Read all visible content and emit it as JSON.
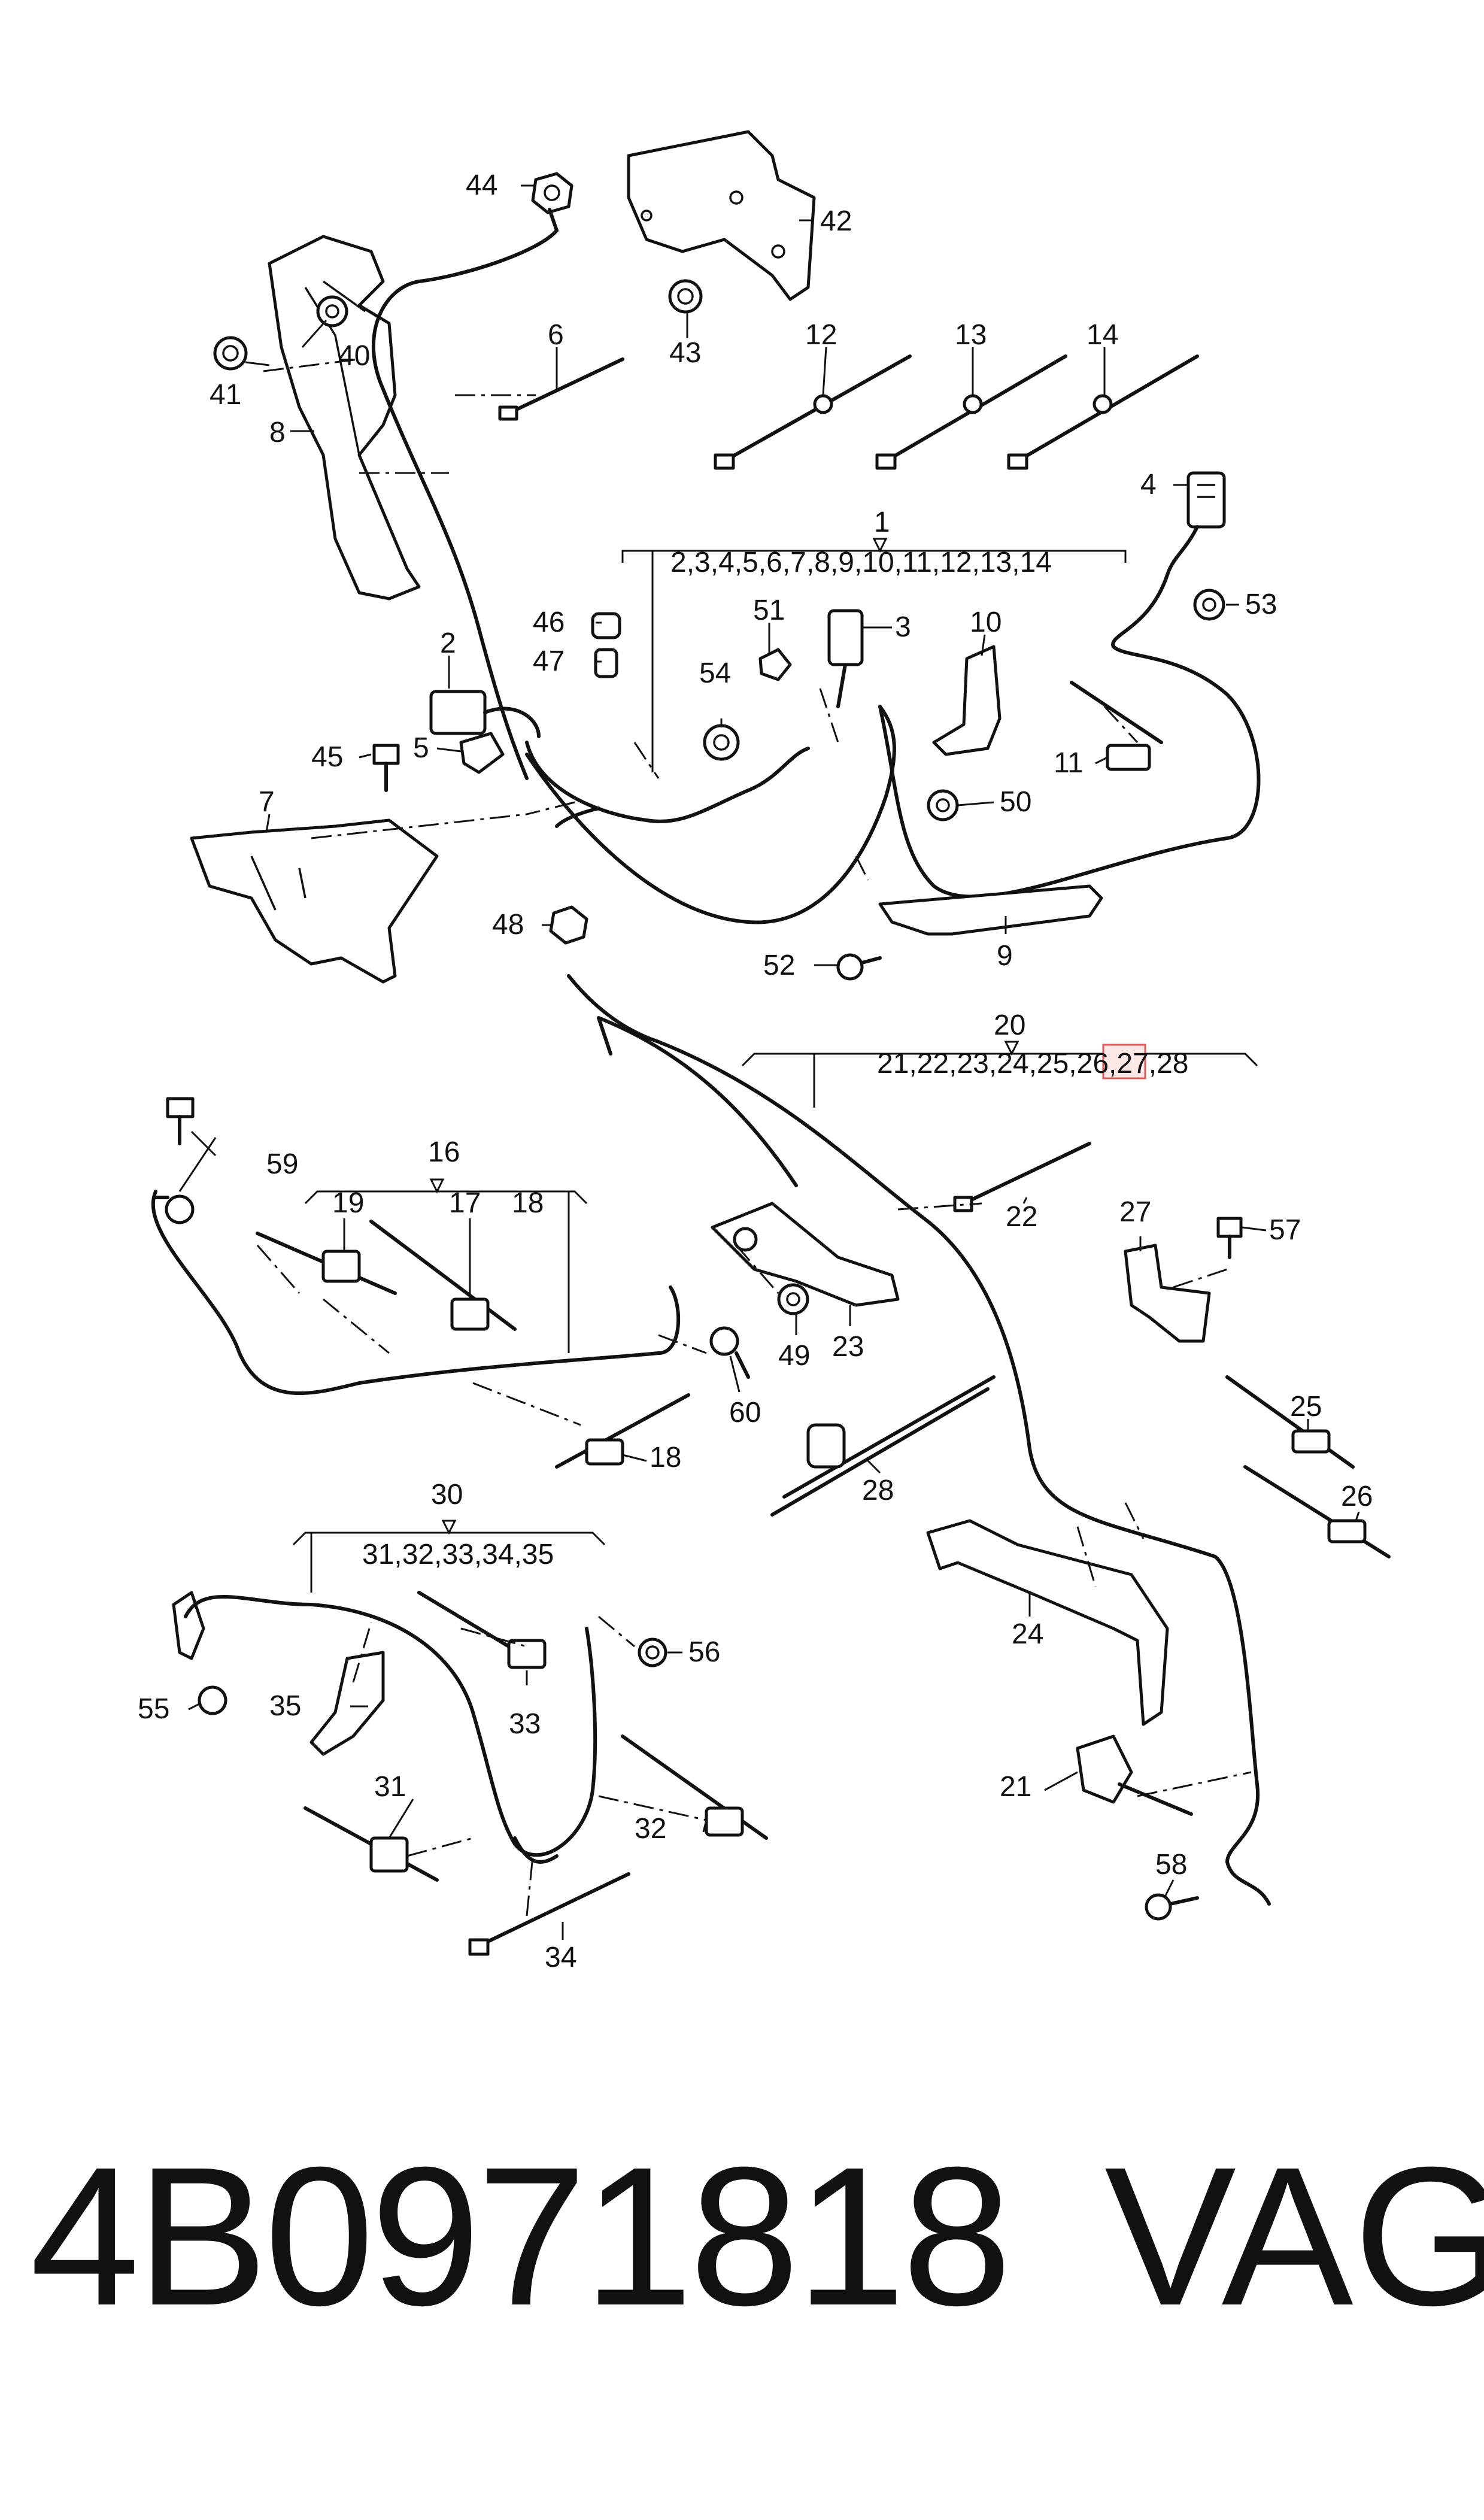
{
  "footer": {
    "part_number": "4B0971818",
    "brand": "VAG"
  },
  "groups": {
    "g1": {
      "number": "1",
      "items": "2,3,4,5,6,7,8,9,10,11,12,13,14"
    },
    "g16": {
      "number": "16"
    },
    "g20": {
      "number": "20",
      "items_before": "21,22,23,24,25,",
      "highlighted": "26",
      "items_after": ",27,28"
    },
    "g30": {
      "number": "30",
      "items": "31,32,33,34,35"
    }
  },
  "callouts": {
    "c2": "2",
    "c3": "3",
    "c4": "4",
    "c5": "5",
    "c6": "6",
    "c7": "7",
    "c8": "8",
    "c9": "9",
    "c10": "10",
    "c11": "11",
    "c12": "12",
    "c13": "13",
    "c14": "14",
    "c17": "17",
    "c18a": "18",
    "c18b": "18",
    "c19": "19",
    "c21": "21",
    "c22": "22",
    "c23": "23",
    "c24": "24",
    "c25": "25",
    "c26": "26",
    "c27": "27",
    "c28": "28",
    "c31": "31",
    "c32": "32",
    "c33": "33",
    "c34": "34",
    "c35": "35",
    "c40": "40",
    "c41": "41",
    "c42": "42",
    "c43": "43",
    "c44": "44",
    "c45": "45",
    "c46": "46",
    "c47": "47",
    "c48": "48",
    "c49": "49",
    "c50": "50",
    "c51": "51",
    "c52": "52",
    "c53": "53",
    "c54": "54",
    "c55": "55",
    "c56": "56",
    "c57": "57",
    "c58": "58",
    "c59": "59",
    "c60": "60"
  },
  "highlight_color": "#e05a5a"
}
